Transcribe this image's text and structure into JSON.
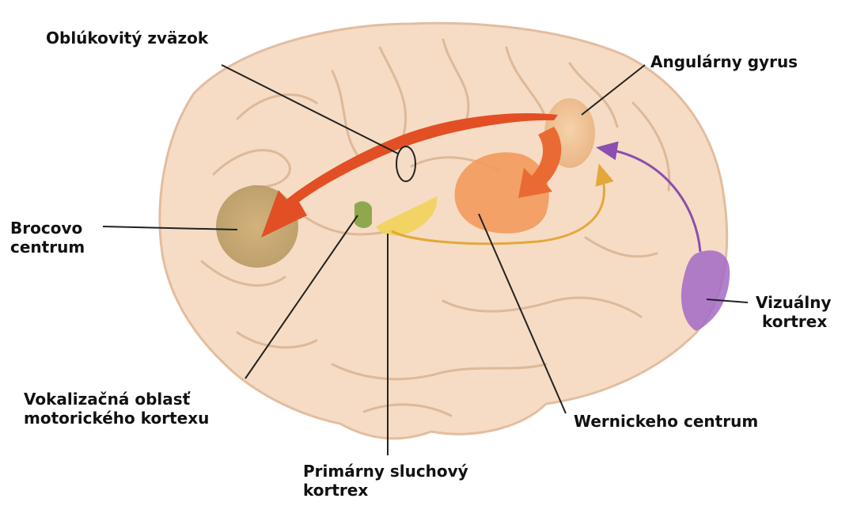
{
  "labels": {
    "arcuate": "Oblúkovitý zväzok",
    "angular": "Angulárny gyrus",
    "broca_line1": "Brocovo",
    "broca_line2": "centrum",
    "visual_line1": "Vizuálny",
    "visual_line2": "kortrex",
    "motor_line1": "Vokalizačná oblasť",
    "motor_line2": "motorického kortexu",
    "wernicke": "Wernickeho centrum",
    "auditory_line1": "Primárny sluchový",
    "auditory_line2": "kortrex"
  },
  "colors": {
    "brain": "#f6dcc4",
    "brain_outline": "#e4c1a4",
    "sulci": "#ddb99a",
    "broca": "#c4a46c",
    "angular": "#f0c79a",
    "wernicke": "#f29455",
    "motor": "#8fa84e",
    "auditory": "#f2d35a",
    "visual": "#a36ac7",
    "arrow_main": "#e4542a",
    "arrow_orange": "#ee8a3a",
    "arrow_yellow": "#e3a83a",
    "arrow_purple": "#8a4fb0",
    "leader": "#222222"
  }
}
